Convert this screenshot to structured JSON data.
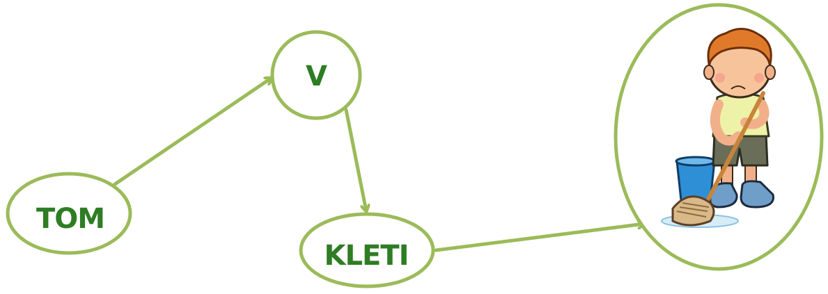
{
  "diagram": {
    "nodes": [
      {
        "id": "tom",
        "label": "TOM"
      },
      {
        "id": "v",
        "label": "V"
      },
      {
        "id": "kleti",
        "label": "KLETI"
      },
      {
        "id": "picture",
        "label": "",
        "image": "boy-mopping-floor-illustration"
      }
    ],
    "edges": [
      {
        "from": "tom",
        "to": "v"
      },
      {
        "from": "v",
        "to": "kleti"
      },
      {
        "from": "kleti",
        "to": "picture"
      }
    ]
  },
  "colors": {
    "outline": "#9bbb59",
    "text": "#2e7d24"
  }
}
